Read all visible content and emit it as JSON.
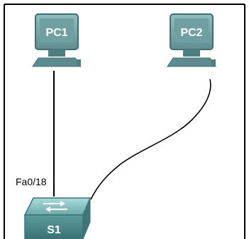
{
  "devices": {
    "pc1": {
      "label": "PC1"
    },
    "pc2": {
      "label": "PC2"
    },
    "switch": {
      "label": "S1"
    }
  },
  "links": {
    "pc1_to_s1": {
      "port_label": "Fa0/18"
    }
  },
  "colors": {
    "pc_body": "#6f9fa0",
    "pc_dark": "#3f6f72",
    "switch_top": "#8ec7c8",
    "switch_front": "#4f8f92",
    "cable": "#000000",
    "border": "#000000"
  }
}
